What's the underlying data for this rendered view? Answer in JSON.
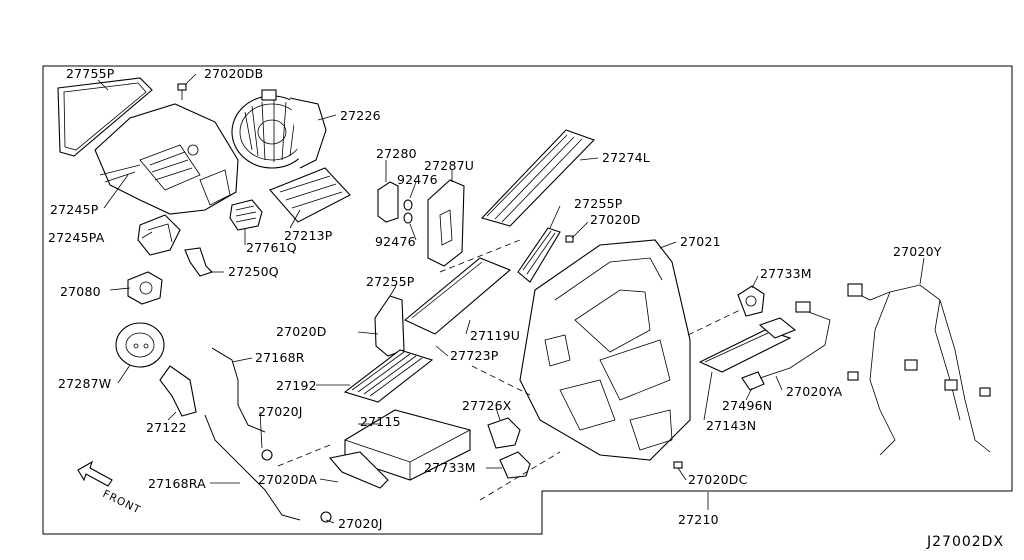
{
  "diagram": {
    "id": "J27002DX",
    "front_label": "FRONT",
    "callouts": [
      {
        "id": "c-27755p",
        "text": "27755P"
      },
      {
        "id": "c-27020db",
        "text": "27020DB"
      },
      {
        "id": "c-27226",
        "text": "27226"
      },
      {
        "id": "c-27280",
        "text": "27280"
      },
      {
        "id": "c-27287u",
        "text": "27287U"
      },
      {
        "id": "c-27274l",
        "text": "27274L"
      },
      {
        "id": "c-92476-a",
        "text": "92476"
      },
      {
        "id": "c-92476-b",
        "text": "92476"
      },
      {
        "id": "c-27245p",
        "text": "27245P"
      },
      {
        "id": "c-27213p",
        "text": "27213P"
      },
      {
        "id": "c-27761q",
        "text": "27761Q"
      },
      {
        "id": "c-27255p-a",
        "text": "27255P"
      },
      {
        "id": "c-27020d-a",
        "text": "27020D"
      },
      {
        "id": "c-27245pa",
        "text": "27245PA"
      },
      {
        "id": "c-27250q",
        "text": "27250Q"
      },
      {
        "id": "c-27021",
        "text": "27021"
      },
      {
        "id": "c-27020y",
        "text": "27020Y"
      },
      {
        "id": "c-27080",
        "text": "27080"
      },
      {
        "id": "c-27255p-b",
        "text": "27255P"
      },
      {
        "id": "c-27733m-a",
        "text": "27733M"
      },
      {
        "id": "c-27020d-b",
        "text": "27020D"
      },
      {
        "id": "c-27119u",
        "text": "27119U"
      },
      {
        "id": "c-27168r",
        "text": "27168R"
      },
      {
        "id": "c-27723p",
        "text": "27723P"
      },
      {
        "id": "c-27287w",
        "text": "27287W"
      },
      {
        "id": "c-27192",
        "text": "27192"
      },
      {
        "id": "c-27020ya",
        "text": "27020YA"
      },
      {
        "id": "c-27496n",
        "text": "27496N"
      },
      {
        "id": "c-27726x",
        "text": "27726X"
      },
      {
        "id": "c-27020j-a",
        "text": "27020J"
      },
      {
        "id": "c-27115",
        "text": "27115"
      },
      {
        "id": "c-27122",
        "text": "27122"
      },
      {
        "id": "c-27143n",
        "text": "27143N"
      },
      {
        "id": "c-27733m-b",
        "text": "27733M"
      },
      {
        "id": "c-27168ra",
        "text": "27168RA"
      },
      {
        "id": "c-27020da",
        "text": "27020DA"
      },
      {
        "id": "c-27020dc",
        "text": "27020DC"
      },
      {
        "id": "c-27210",
        "text": "27210"
      },
      {
        "id": "c-27020j-b",
        "text": "27020J"
      }
    ]
  }
}
